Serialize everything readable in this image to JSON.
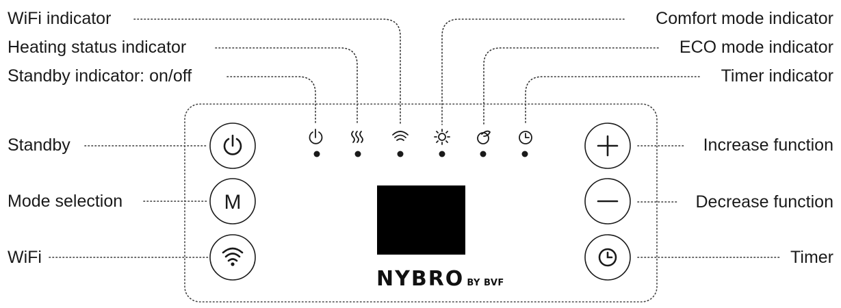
{
  "labels": {
    "wifi_indicator": "WiFi indicator",
    "heating_status_indicator": "Heating status indicator",
    "standby_indicator": "Standby indicator: on/off",
    "comfort_mode_indicator": "Comfort mode indicator",
    "eco_mode_indicator": "ECO mode indicator",
    "timer_indicator": "Timer indicator",
    "standby": "Standby",
    "mode_selection": "Mode selection",
    "wifi": "WiFi",
    "increase_function": "Increase function",
    "decrease_function": "Decrease function",
    "timer": "Timer"
  },
  "buttons": {
    "mode_letter": "M"
  },
  "brand": {
    "name": "NYBRO",
    "suffix": "BY BVF"
  },
  "icons": {
    "indicators": [
      "power-icon",
      "heat-waves-icon",
      "wifi-icon",
      "sun-icon",
      "eco-leaf-icon",
      "clock-icon"
    ],
    "buttons": [
      "power-icon",
      "mode-letter",
      "wifi-icon",
      "plus-icon",
      "minus-icon",
      "clock-icon"
    ]
  },
  "colors": {
    "ink": "#1a1a1a",
    "panel_border": "#444444",
    "screen": "#000000",
    "background": "#ffffff"
  }
}
